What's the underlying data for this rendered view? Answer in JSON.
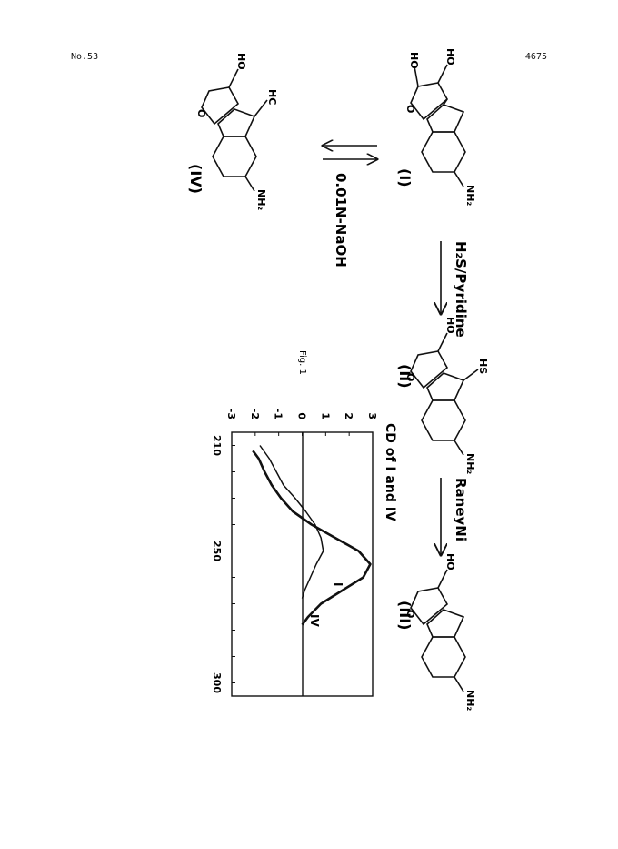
{
  "header": {
    "issue": "No.53",
    "page_number": "4675"
  },
  "scheme": {
    "reagent_1": "H₂S/Pyridine",
    "reagent_2": "RaneyNi",
    "reagent_3": "0.01N-NaOH",
    "compounds": [
      {
        "label": "(I)"
      },
      {
        "label": "(II)"
      },
      {
        "label": "(III)"
      },
      {
        "label": "(IV)"
      }
    ],
    "atoms": {
      "n": "N",
      "nh2": "NH₂",
      "oh": "HO",
      "o": "O",
      "s": "S",
      "hc": "HC",
      "h": "H",
      "hs": "HS"
    }
  },
  "figure": {
    "caption": "Fig. 1",
    "chart_data": {
      "type": "line",
      "title": "CD of I and IV",
      "xlabel": "",
      "ylabel": "",
      "x_ticks": [
        "210",
        "250",
        "300"
      ],
      "y_ticks": [
        "-3",
        "-2",
        "-1",
        "0",
        "1",
        "2",
        "3"
      ],
      "xlim": [
        205,
        305
      ],
      "ylim": [
        -3,
        3
      ],
      "series": [
        {
          "name": "I",
          "x": [
            210,
            215,
            220,
            225,
            230,
            235,
            240,
            245,
            250,
            255,
            260,
            265,
            268
          ],
          "y": [
            -1.8,
            -1.4,
            -1.1,
            -0.8,
            -0.3,
            0.15,
            0.55,
            0.8,
            0.9,
            0.6,
            0.35,
            0.1,
            0.0
          ]
        },
        {
          "name": "IV",
          "x": [
            212,
            215,
            220,
            225,
            230,
            235,
            240,
            245,
            250,
            255,
            260,
            265,
            270,
            275,
            278
          ],
          "y": [
            -2.1,
            -1.85,
            -1.6,
            -1.3,
            -0.9,
            -0.4,
            0.4,
            1.4,
            2.4,
            2.9,
            2.6,
            1.7,
            0.8,
            0.25,
            0.0
          ]
        }
      ],
      "grid": false
    }
  }
}
